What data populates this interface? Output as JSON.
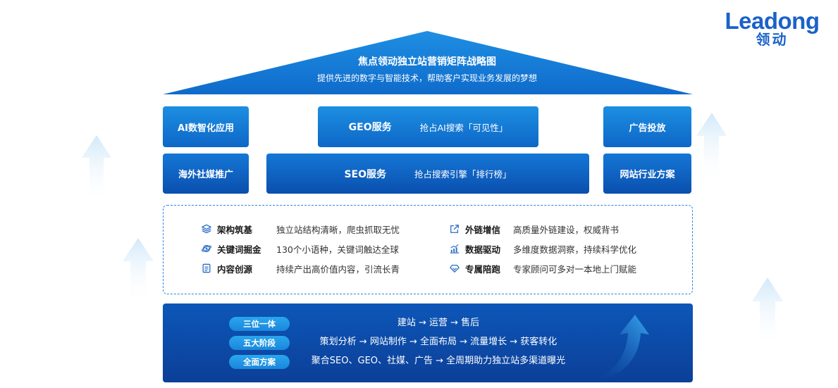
{
  "logo": {
    "en": "Leadong",
    "cn": "领动"
  },
  "roof": {
    "title": "焦点领动独立站营销矩阵战略图",
    "subtitle": "提供先进的数字与智能技术，帮助客户实现业务发展的梦想"
  },
  "services": {
    "ai": "AI数智化应用",
    "social": "海外社媒推广",
    "geo": {
      "title": "GEO服务",
      "desc": "抢占AI搜索「可见性」"
    },
    "seo": {
      "title": "SEO服务",
      "desc": "抢占搜索引擎「排行榜」"
    },
    "ads": "广告投放",
    "industry": "网站行业方案"
  },
  "features": [
    {
      "icon": "layers-icon",
      "title": "架构筑基",
      "desc": "独立站结构清晰，爬虫抓取无忧"
    },
    {
      "icon": "globe-icon",
      "title": "关键词掘金",
      "desc": "130个小语种，关键词触达全球"
    },
    {
      "icon": "document-icon",
      "title": "内容创源",
      "desc": "持续产出高价值内容，引流长青"
    },
    {
      "icon": "external-link-icon",
      "title": "外链增信",
      "desc": "高质量外链建设，权威背书"
    },
    {
      "icon": "bar-chart-icon",
      "title": "数据驱动",
      "desc": "多维度数据洞察，持续科学优化"
    },
    {
      "icon": "diamond-icon",
      "title": "专属陪跑",
      "desc": "专家顾问可多对一本地上门赋能"
    }
  ],
  "base": [
    {
      "label": "三位一体",
      "text": "建站 → 运营 → 售后"
    },
    {
      "label": "五大阶段",
      "text": "策划分析 → 网站制作 → 全面布局 → 流量增长 → 获客转化"
    },
    {
      "label": "全面方案",
      "text": "聚合SEO、GEO、社媒、广告 → 全周期助力独立站多渠道曝光"
    }
  ],
  "colors": {
    "brand": "#1a62c9",
    "accent": "#1c8fe2",
    "deep": "#0b3f98",
    "arrow": "#dceefa"
  }
}
